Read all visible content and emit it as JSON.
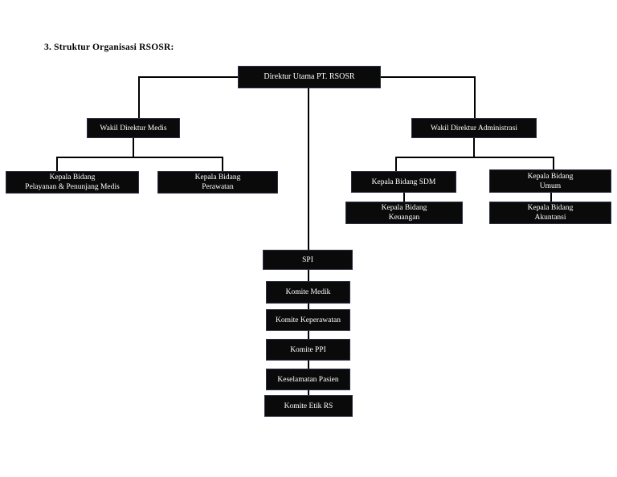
{
  "page": {
    "title": "3. Struktur Organisasi RSOSR:",
    "background_color": "#ffffff",
    "node_fill_color": "#0a0a0a",
    "node_text_color": "#ffffff",
    "connector_color": "#000000"
  },
  "chart": {
    "type": "org-chart",
    "root": {
      "id": "direktur-utama",
      "label": "Direktur Utama PT. RSOSR"
    },
    "level2": [
      {
        "id": "wakil-direktur-medis",
        "label": "Wakil Direktur Medis"
      },
      {
        "id": "wakil-direktur-administrasi",
        "label": "Wakil Direktur Administrasi"
      }
    ],
    "level3_medis": [
      {
        "id": "kepala-bidang-pelayanan",
        "label": "Kepala Bidang\nPelayanan & Penunjang Medis"
      },
      {
        "id": "kepala-bidang-perawatan",
        "label": "Kepala Bidang\nPerawatan"
      }
    ],
    "level3_administrasi": [
      {
        "id": "kepala-bidang-sdm",
        "label": "Kepala Bidang SDM"
      },
      {
        "id": "kepala-bidang-umum",
        "label": "Kepala Bidang\nUmum"
      }
    ],
    "level4_administrasi": [
      {
        "id": "kepala-bidang-keuangan",
        "label": "Kepala Bidang\nKeuangan"
      },
      {
        "id": "kepala-bidang-akuntansi",
        "label": "Kepala Bidang\nAkuntansi"
      }
    ],
    "committees": [
      {
        "id": "spi",
        "label": "SPI"
      },
      {
        "id": "komite-medik",
        "label": "Komite Medik"
      },
      {
        "id": "komite-keperawatan",
        "label": "Komite Keperawatan"
      },
      {
        "id": "komite-ppi",
        "label": "Komite PPI"
      },
      {
        "id": "keselamatan-pasien",
        "label": "Keselamatan Pasien"
      },
      {
        "id": "komite-etik-rs",
        "label": "Komite Etik RS"
      }
    ]
  }
}
